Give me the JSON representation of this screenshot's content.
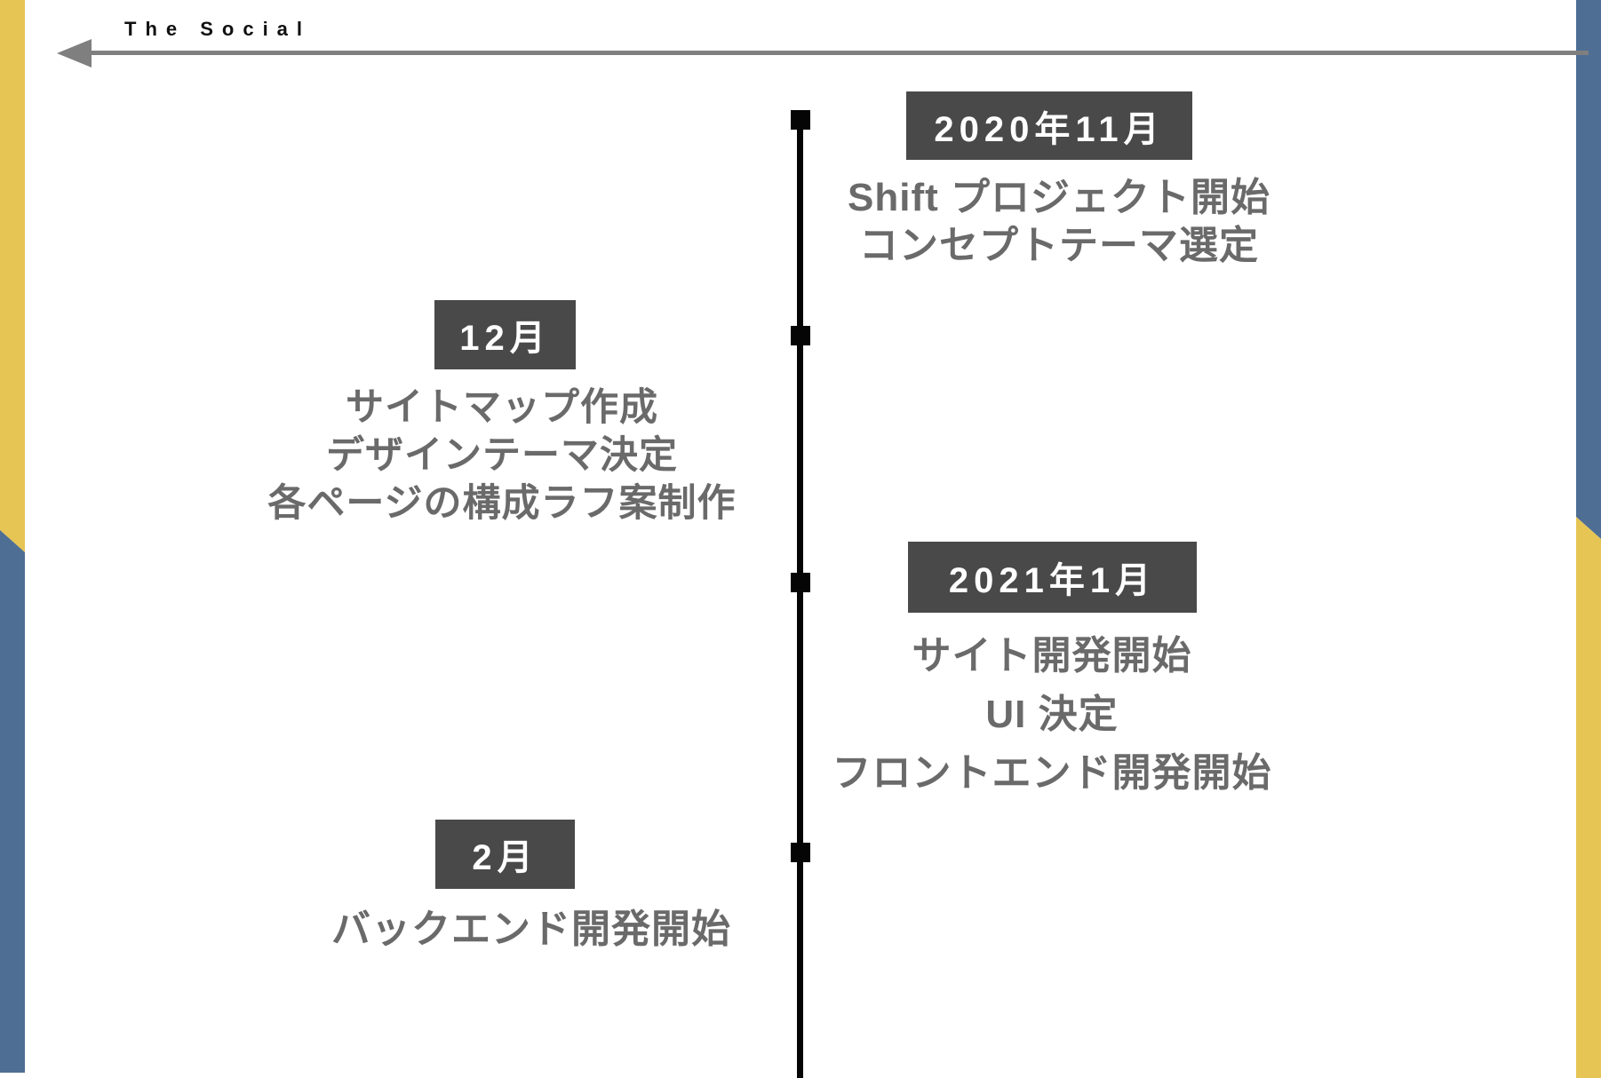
{
  "header": {
    "brand": "The Social"
  },
  "colors": {
    "accent_yellow": "#e6c554",
    "accent_blue": "#4e6e94",
    "badge_bg": "#494949",
    "badge_text": "#ffffff",
    "body_text": "#6a6a6a",
    "timeline": "#050505",
    "arrow": "#7f7f7f"
  },
  "timeline": {
    "events": [
      {
        "date": "2020年11月",
        "side": "right",
        "lines": [
          "Shift プロジェクト開始",
          "コンセプトテーマ選定"
        ]
      },
      {
        "date": "12月",
        "side": "left",
        "lines": [
          "サイトマップ作成",
          "デザインテーマ決定",
          "各ページの構成ラフ案制作"
        ]
      },
      {
        "date": "2021年1月",
        "side": "right",
        "lines": [
          "サイト開発開始",
          "UI 決定",
          "フロントエンド開発開始"
        ]
      },
      {
        "date": "2月",
        "side": "left",
        "lines": [
          "バックエンド開発開始"
        ]
      }
    ]
  }
}
